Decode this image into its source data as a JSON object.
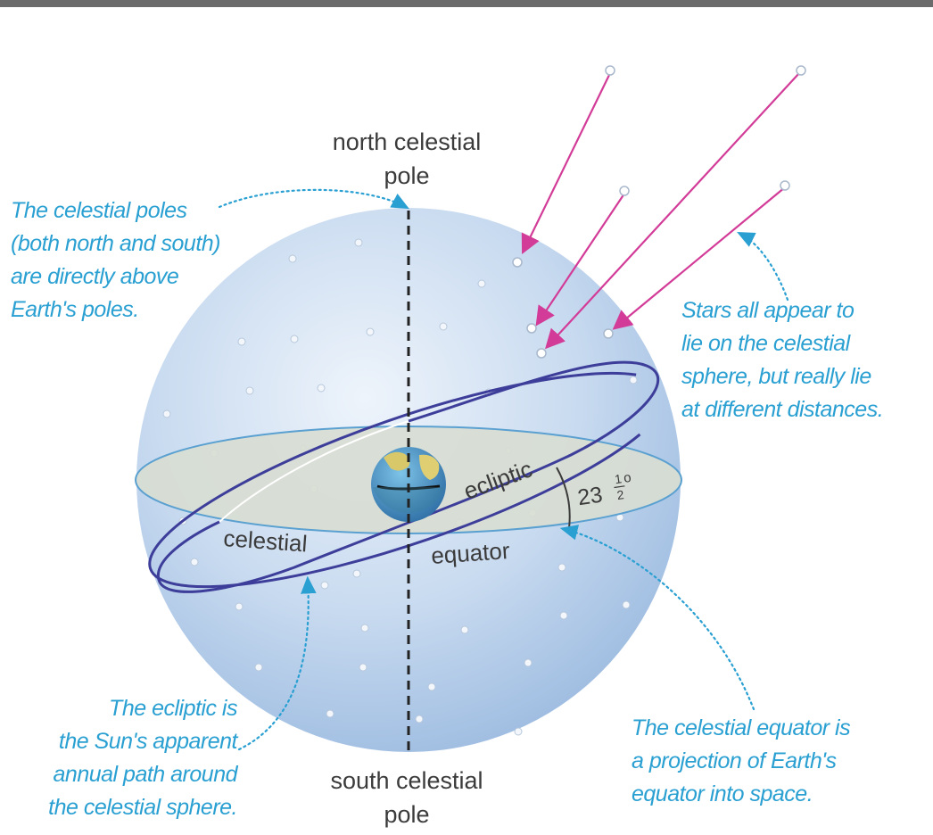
{
  "colors": {
    "top_bar": "#6b6b6b",
    "sphere_light": "#eaf2fb",
    "sphere_dark": "#9fbde0",
    "equator_plane": "#d7dcd2",
    "equator_edge": "#5aa0d0",
    "ecliptic": "#3d3d9a",
    "star_arrow": "#d23c98",
    "note_text": "#2aa0d2",
    "axis": "#222222"
  },
  "labels": {
    "north_pole_line1": "north celestial",
    "north_pole_line2": "pole",
    "south_pole_line1": "south celestial",
    "south_pole_line2": "pole",
    "ecliptic": "ecliptic",
    "celestial": "celestial",
    "equator": "equator",
    "tilt_whole": "23",
    "tilt_num": "1",
    "tilt_den": "2",
    "tilt_degree": "o"
  },
  "notes": {
    "poles": [
      "The celestial poles",
      "(both north and south)",
      "are directly above",
      "Earth's poles."
    ],
    "stars": [
      "Stars all appear to",
      "lie on the celestial",
      "sphere, but really lie",
      "at different distances."
    ],
    "ecliptic": [
      "The ecliptic is",
      "the Sun's apparent",
      "annual path around",
      "the celestial sphere."
    ],
    "equator": [
      "The celestial equator is",
      "a projection of Earth's",
      "equator into space."
    ]
  },
  "icons": {
    "earth": "earth-globe-icon",
    "star": "star-dot-icon"
  }
}
